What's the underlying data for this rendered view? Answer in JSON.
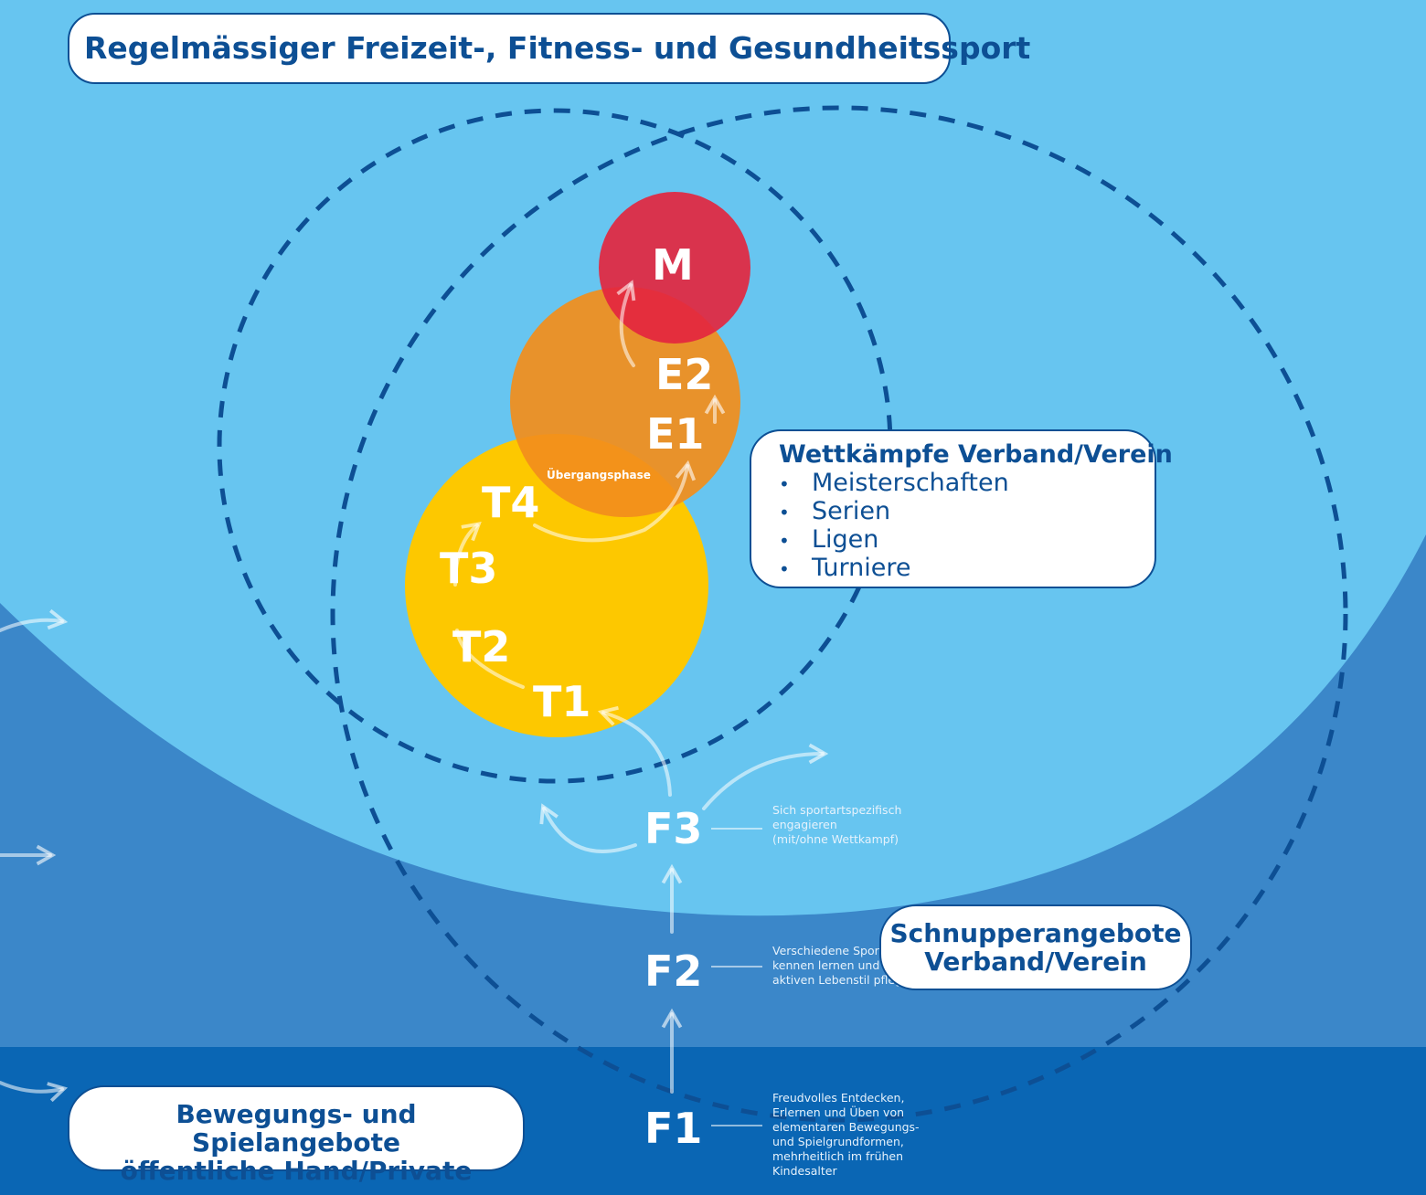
{
  "title": "Regelmässiger Freizeit-, Fitness- und Gesundheitssport",
  "wettkampf": {
    "heading": "Wettkämpfe Verband/Verein",
    "items": [
      "Meisterschaften",
      "Serien",
      "Ligen",
      "Turniere"
    ]
  },
  "schnupper": {
    "line1": "Schnupperangebote",
    "line2": "Verband/Verein"
  },
  "bewegung": {
    "line1": "Bewegungs- und Spielangebote",
    "line2": "öffentliche Hand/Private"
  },
  "levels": {
    "M": "M",
    "E2": "E2",
    "E1": "E1",
    "T4": "T4",
    "T3": "T3",
    "T2": "T2",
    "T1": "T1",
    "F3": "F3",
    "F2": "F2",
    "F1": "F1"
  },
  "transition": "Übergangsphase",
  "descriptions": {
    "F3": [
      "Sich sportartspezifisch",
      "engagieren",
      "(mit/ohne Wettkampf)"
    ],
    "F2": [
      "Verschiedene Spor",
      "kennen lernen und",
      "aktiven Lebenstil pflege"
    ],
    "F1": [
      "Freudvolles Entdecken,",
      "Erlernen und Üben von",
      "elementaren Bewegungs-",
      "und Spielgrundformen,",
      "mehrheitlich im frühen",
      "Kindesalter"
    ]
  },
  "colors": {
    "light_blue": "#67c5f0",
    "mid_blue": "#3b87c9",
    "dark_blue": "#0a66b4",
    "navy": "#0d4f94",
    "red": "#e3263f",
    "orange": "#f28e1c",
    "yellow": "#fdc800"
  }
}
